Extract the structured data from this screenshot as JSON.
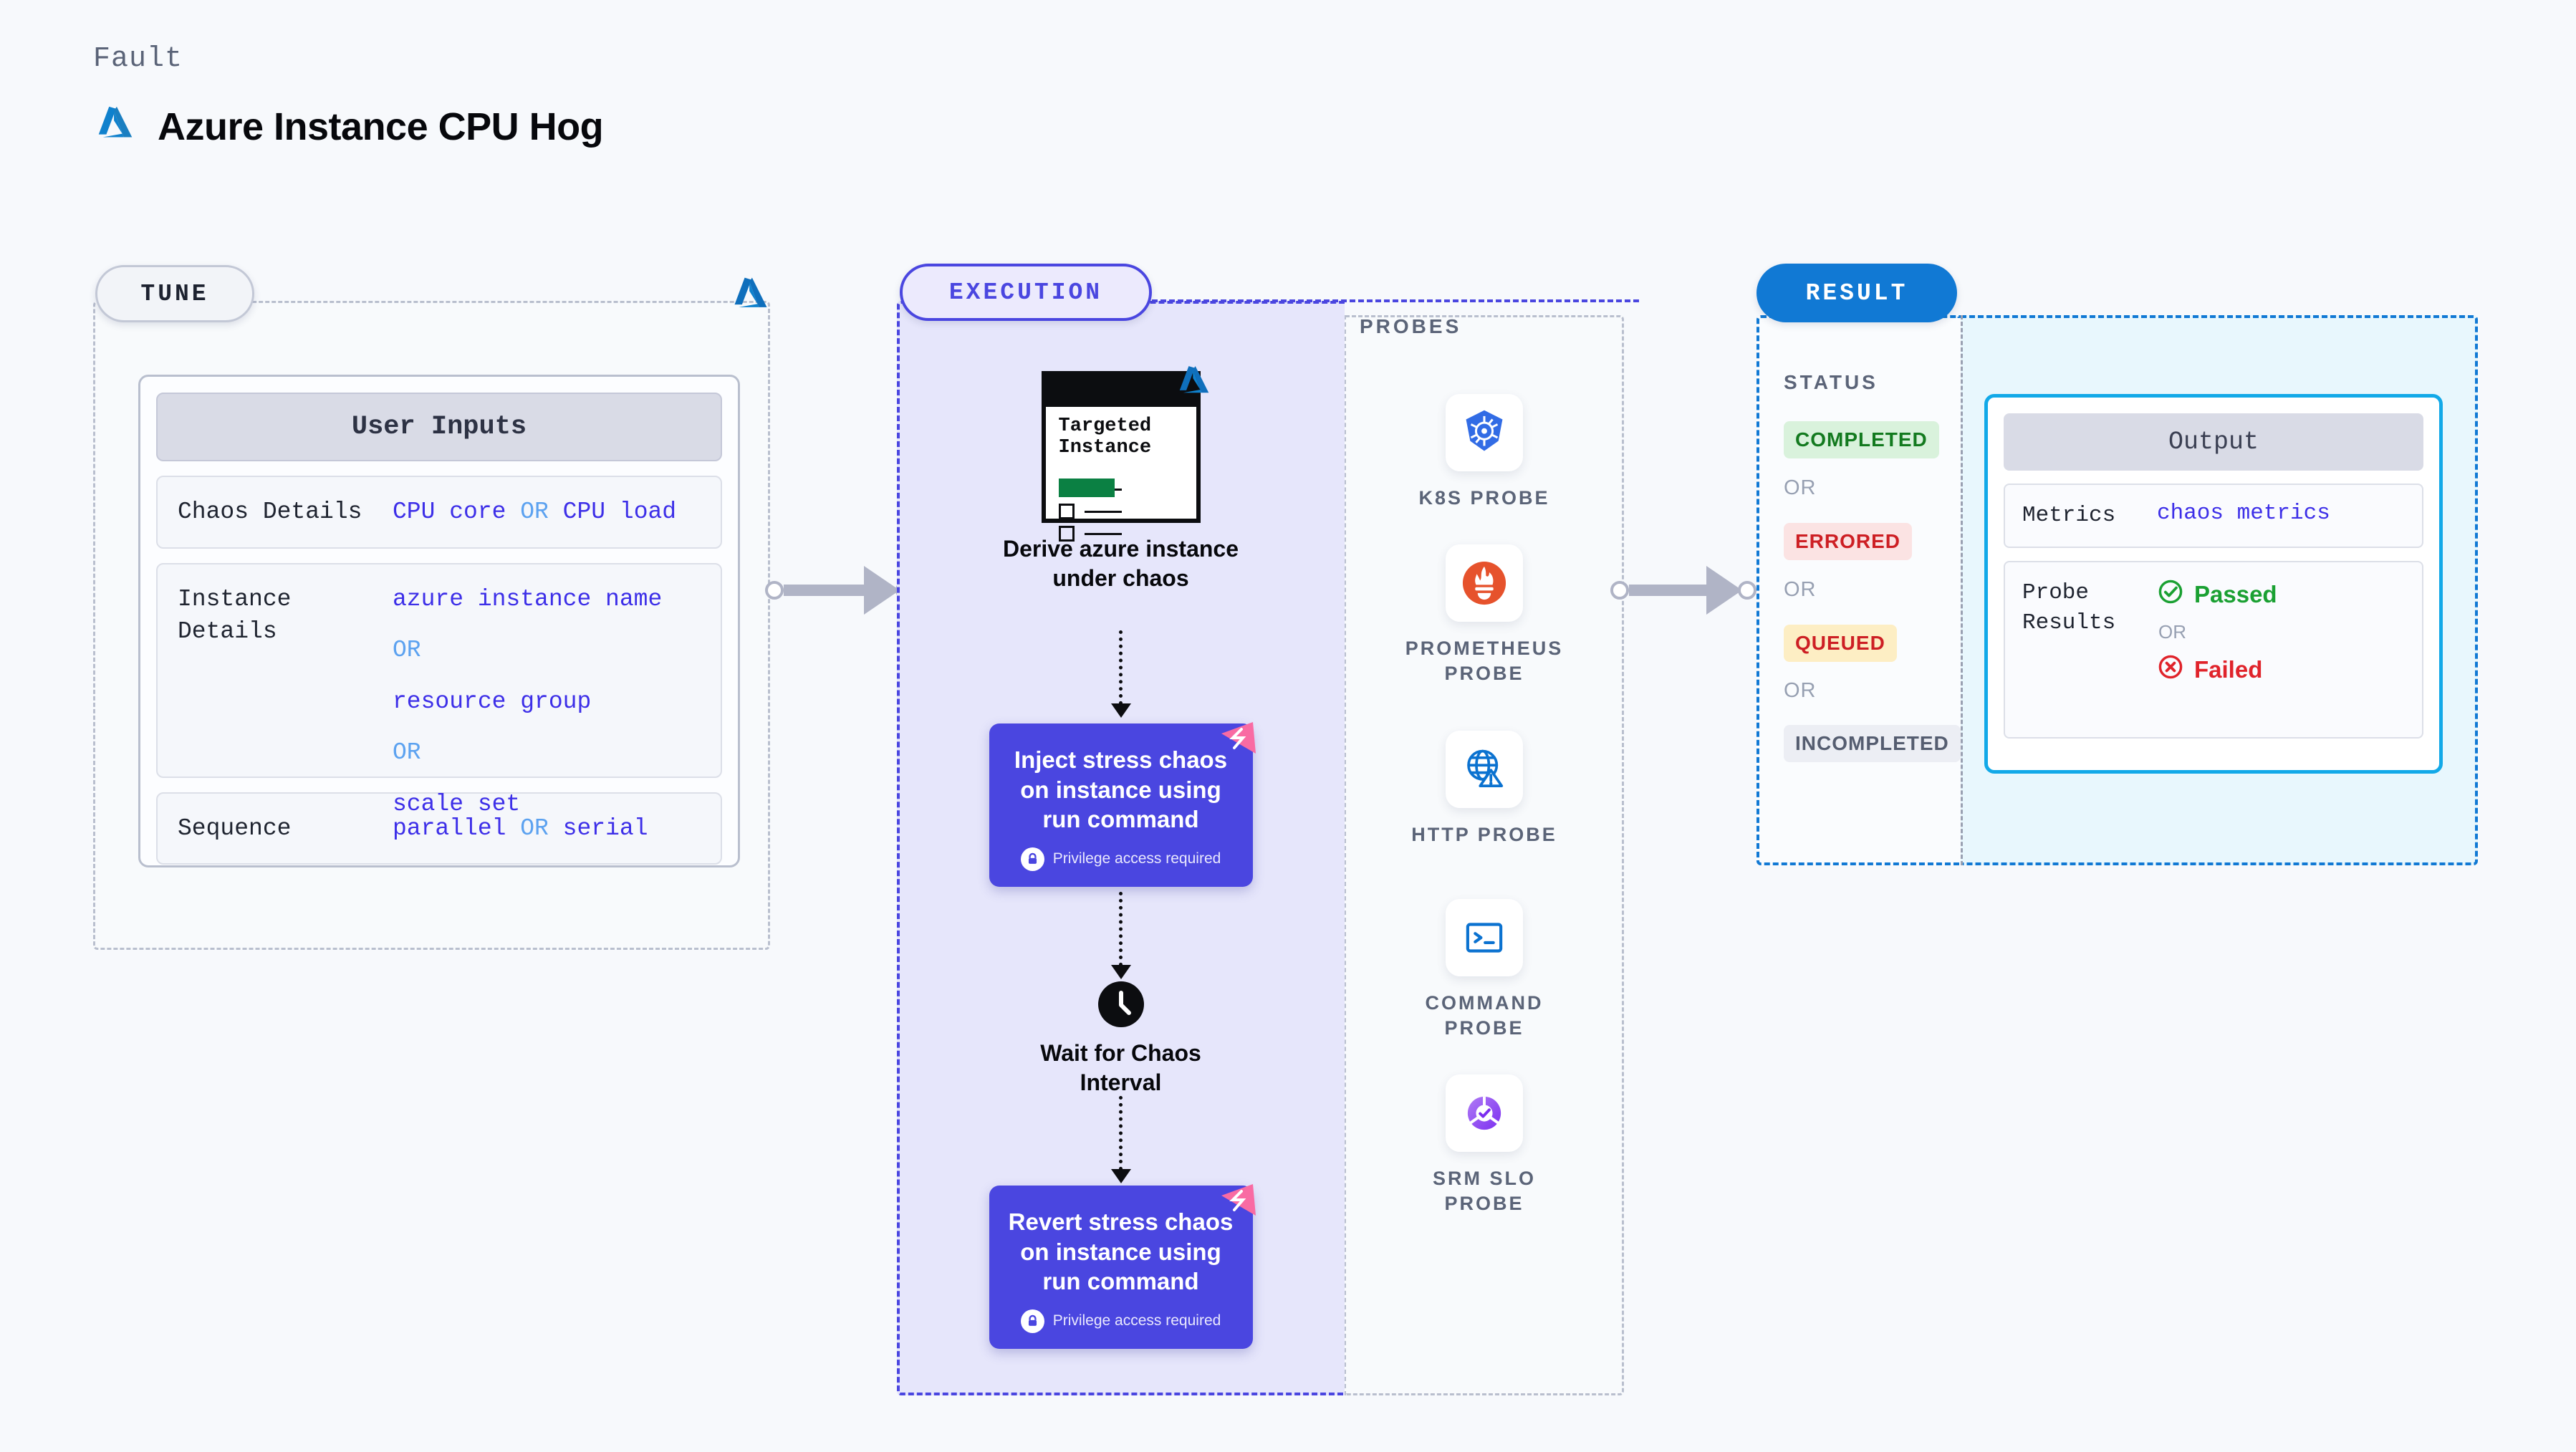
{
  "header": {
    "kind_label": "Fault",
    "title": "Azure Instance CPU Hog",
    "logo_icon": "azure-logo-icon"
  },
  "tune": {
    "pill_label": "TUNE",
    "card_title": "User Inputs",
    "rows": [
      {
        "key": "Chaos Details",
        "values": [
          "CPU core",
          "CPU load"
        ],
        "separator": "OR",
        "inline": true
      },
      {
        "key": "Instance Details",
        "values": [
          "azure instance name",
          "resource group",
          "scale set"
        ],
        "separator": "OR",
        "inline": false
      },
      {
        "key": "Sequence",
        "values": [
          "parallel",
          "serial"
        ],
        "separator": "OR",
        "inline": true
      }
    ]
  },
  "execution": {
    "pill_label": "EXECUTION",
    "steps": [
      {
        "type": "document",
        "doc_title_line1": "Targeted",
        "doc_title_line2": "Instance",
        "caption_line1": "Derive azure instance",
        "caption_line2": "under chaos"
      },
      {
        "type": "action",
        "title": "Inject stress chaos on instance using run command",
        "privilege_note": "Privilege access required",
        "ribbon_icon": "harness-ribbon-icon",
        "lock_icon": "lock-icon"
      },
      {
        "type": "wait",
        "icon": "clock-icon",
        "caption_line1": "Wait for Chaos",
        "caption_line2": "Interval"
      },
      {
        "type": "action",
        "title": "Revert stress chaos on instance using run command",
        "privilege_note": "Privilege access required",
        "ribbon_icon": "harness-ribbon-icon",
        "lock_icon": "lock-icon"
      }
    ]
  },
  "probes": {
    "title": "PROBES",
    "items": [
      {
        "label_line1": "K8S PROBE",
        "label_line2": "",
        "icon": "kubernetes-icon"
      },
      {
        "label_line1": "PROMETHEUS",
        "label_line2": "PROBE",
        "icon": "prometheus-icon"
      },
      {
        "label_line1": "HTTP PROBE",
        "label_line2": "",
        "icon": "http-globe-warning-icon"
      },
      {
        "label_line1": "COMMAND",
        "label_line2": "PROBE",
        "icon": "terminal-icon"
      },
      {
        "label_line1": "SRM SLO",
        "label_line2": "PROBE",
        "icon": "srm-slo-donut-icon"
      }
    ]
  },
  "result": {
    "pill_label": "RESULT",
    "status_title": "STATUS",
    "statuses": [
      {
        "label": "COMPLETED",
        "bg": "#d9f2dc",
        "fg": "#137a1f"
      },
      {
        "label": "ERRORED",
        "bg": "#fbe3e3",
        "fg": "#cd1f24"
      },
      {
        "label": "QUEUED",
        "bg": "#fdeec4",
        "fg": "#cd1f24"
      },
      {
        "label": "INCOMPLETED",
        "bg": "#eceef4",
        "fg": "#555d70"
      }
    ],
    "or_label": "OR",
    "output": {
      "card_title": "Output",
      "metrics_key": "Metrics",
      "metrics_value": "chaos metrics",
      "probe_results_key": "Probe Results",
      "passed_label": "Passed",
      "failed_label": "Failed",
      "or_label": "OR",
      "passed_icon": "check-circle-icon",
      "failed_icon": "x-circle-icon"
    }
  },
  "colors": {
    "accent_indigo": "#4a46e0",
    "accent_blue": "#1179d4",
    "azure_blue": "#0f81cd",
    "cyan_border": "#12a9e8",
    "ribbon_pink": "#f96ba3"
  }
}
